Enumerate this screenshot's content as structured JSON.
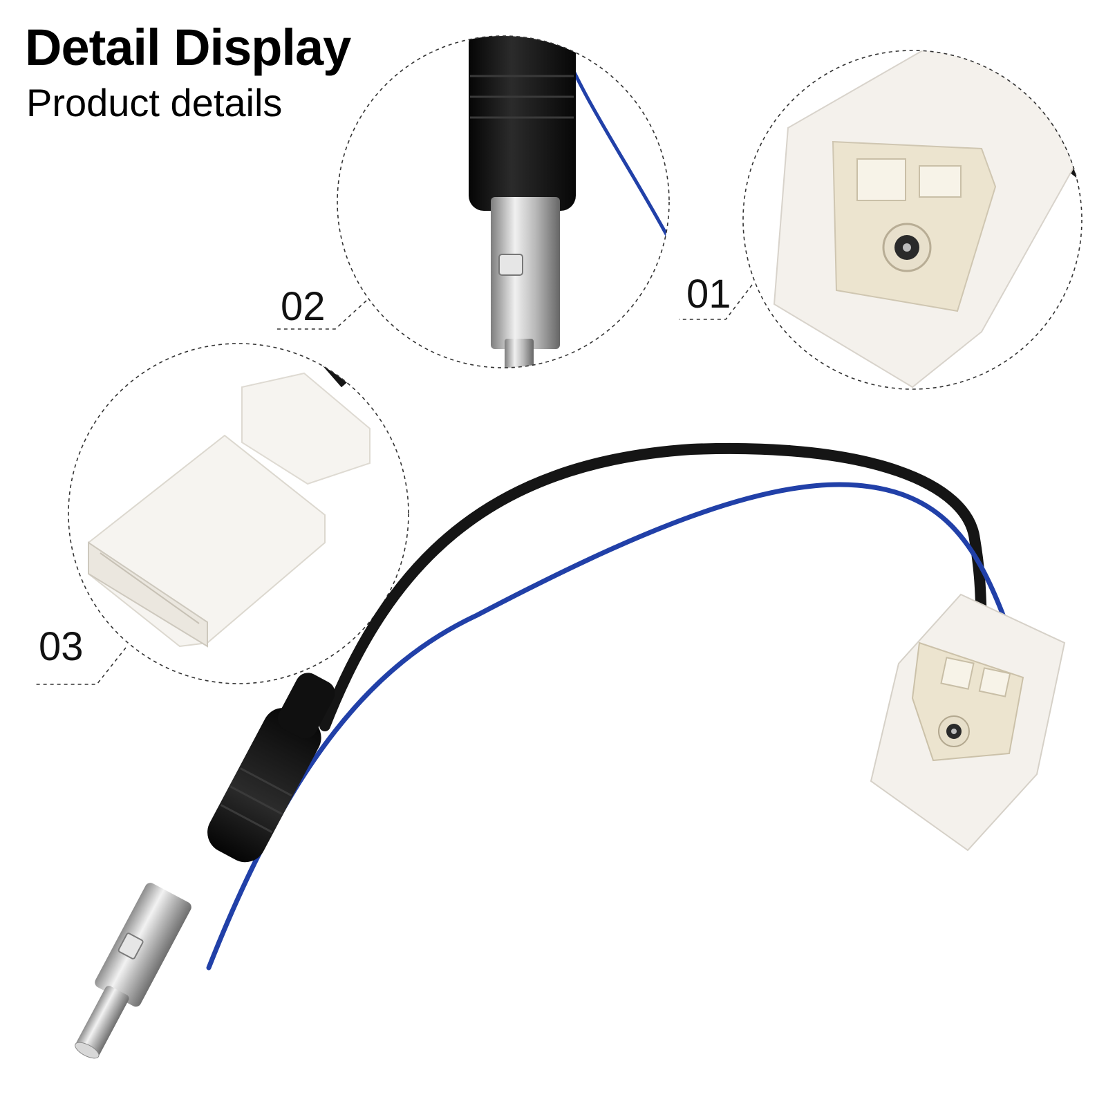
{
  "header": {
    "title": "Detail Display",
    "subtitle": "Product details"
  },
  "callouts": {
    "c01": "01",
    "c02": "02",
    "c03": "03"
  },
  "colors": {
    "background": "#ffffff",
    "cable_black": "#151515",
    "cable_blue": "#2140a8",
    "connector_white": "#f4f1ec",
    "metal": "#c8c8c8"
  }
}
